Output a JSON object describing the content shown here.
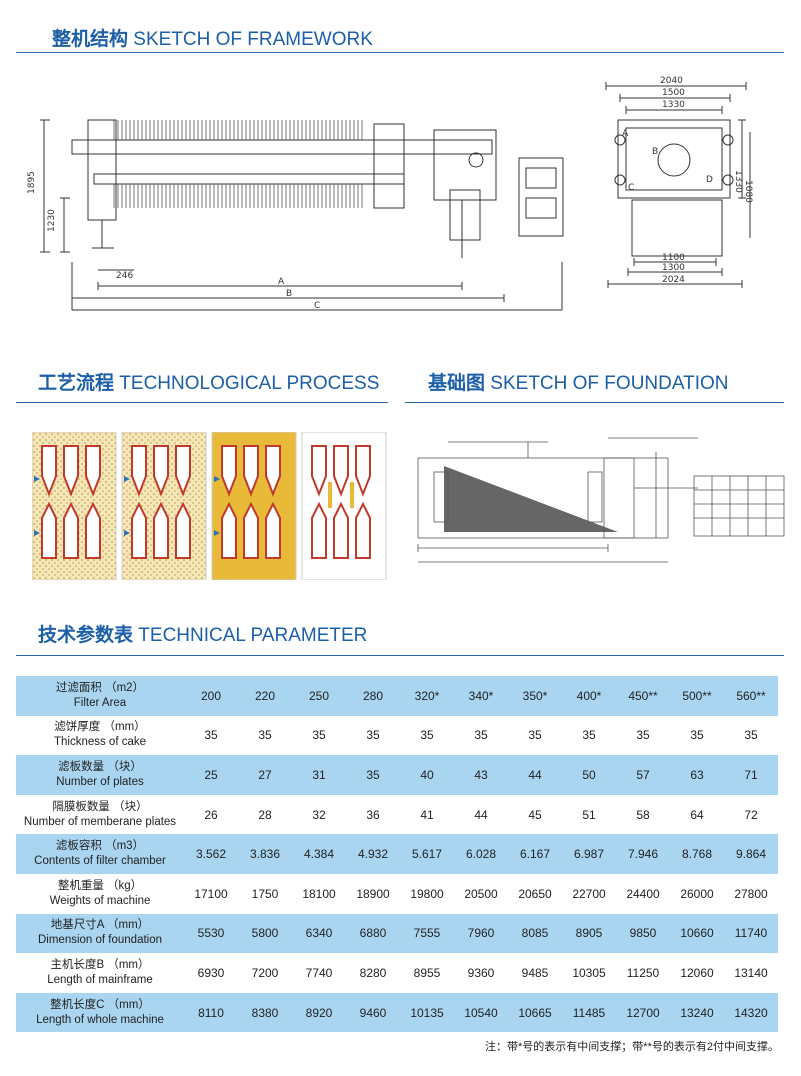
{
  "sections": {
    "framework": {
      "cn": "整机结构",
      "en": "SKETCH OF FRAMEWORK"
    },
    "process": {
      "cn": "工艺流程",
      "en": "TECHNOLOGICAL PROCESS"
    },
    "foundation": {
      "cn": "基础图",
      "en": "SKETCH OF FOUNDATION"
    },
    "parameter": {
      "cn": "技术参数表",
      "en": "TECHNICAL PARAMETER"
    }
  },
  "framework_dims": {
    "side": {
      "h1": "1895",
      "h2": "1230",
      "offset": "246",
      "a": "A",
      "b": "B",
      "c": "C"
    },
    "end": {
      "w_top1": "2040",
      "w_top2": "1500",
      "w_top3": "1330",
      "h_right": "1330",
      "h_right2": "1080",
      "w_bot1": "1100",
      "w_bot2": "1300",
      "w_bot3": "2024",
      "lbl_a": "A",
      "lbl_b": "B",
      "lbl_c": "C",
      "lbl_d": "D"
    }
  },
  "table": {
    "rows": [
      {
        "cn": "过滤面积 （m2）",
        "en": "Filter Area",
        "values": [
          "200",
          "220",
          "250",
          "280",
          "320*",
          "340*",
          "350*",
          "400*",
          "450**",
          "500**",
          "560**"
        ]
      },
      {
        "cn": "滤饼厚度 （mm）",
        "en": "Thickness of cake",
        "values": [
          "35",
          "35",
          "35",
          "35",
          "35",
          "35",
          "35",
          "35",
          "35",
          "35",
          "35"
        ]
      },
      {
        "cn": "滤板数量 （块）",
        "en": "Number of plates",
        "values": [
          "25",
          "27",
          "31",
          "35",
          "40",
          "43",
          "44",
          "50",
          "57",
          "63",
          "71"
        ]
      },
      {
        "cn": "隔膜板数量 （块）",
        "en": "Number of memberane plates",
        "values": [
          "26",
          "28",
          "32",
          "36",
          "41",
          "44",
          "45",
          "51",
          "58",
          "64",
          "72"
        ]
      },
      {
        "cn": "滤板容积 （m3）",
        "en": "Contents of filter chamber",
        "values": [
          "3.562",
          "3.836",
          "4.384",
          "4.932",
          "5.617",
          "6.028",
          "6.167",
          "6.987",
          "7.946",
          "8.768",
          "9.864"
        ]
      },
      {
        "cn": "整机重量 （kg）",
        "en": "Weights of machine",
        "values": [
          "17100",
          "1750",
          "18100",
          "18900",
          "19800",
          "20500",
          "20650",
          "22700",
          "24400",
          "26000",
          "27800"
        ]
      },
      {
        "cn": "地基尺寸A （mm）",
        "en": "Dimension of foundation",
        "values": [
          "5530",
          "5800",
          "6340",
          "6880",
          "7555",
          "7960",
          "8085",
          "8905",
          "9850",
          "10660",
          "11740"
        ]
      },
      {
        "cn": "主机长度B （mm）",
        "en": "Length of mainframe",
        "values": [
          "6930",
          "7200",
          "7740",
          "8280",
          "8955",
          "9360",
          "9485",
          "10305",
          "11250",
          "12060",
          "13140"
        ]
      },
      {
        "cn": "整机长度C （mm）",
        "en": "Length of whole machine",
        "values": [
          "8110",
          "8380",
          "8920",
          "9460",
          "10135",
          "10540",
          "10665",
          "11485",
          "12700",
          "13240",
          "14320"
        ]
      }
    ]
  },
  "note": "注：带*号的表示有中间支撑；带**号的表示有2付中间支撑。"
}
